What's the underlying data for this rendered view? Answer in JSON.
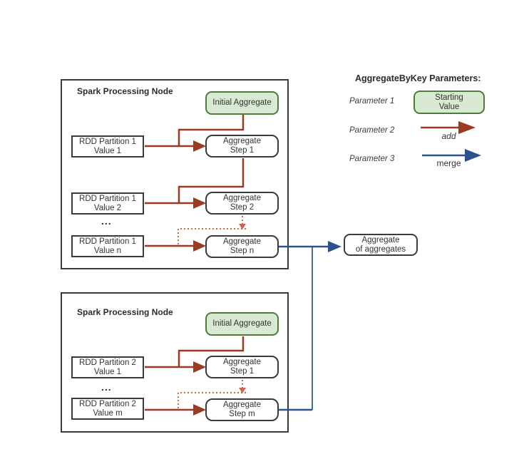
{
  "colors": {
    "add_red": "#9b3a22",
    "dotted_red": "#c8694f",
    "merge_blue": "#2a538c",
    "green_fill": "#d9ead3",
    "green_border": "#4e7b3c",
    "box_border": "#3a3a3a",
    "text": "#333333"
  },
  "diagram": {
    "nodes": [
      {
        "title": "Spark Processing Node",
        "initial_label": "Initial Aggregate",
        "ellipsis": "...",
        "rows": [
          {
            "input1": "RDD Partition 1",
            "input2": "Value 1",
            "step1": "Aggregate",
            "step2": "Step 1"
          },
          {
            "input1": "RDD Partition 1",
            "input2": "Value 2",
            "step1": "Aggregate",
            "step2": "Step 2"
          },
          {
            "input1": "RDD Partition 1",
            "input2": "Value n",
            "step1": "Aggregate",
            "step2": "Step n"
          }
        ]
      },
      {
        "title": "Spark Processing Node",
        "initial_label": "Initial Aggregate",
        "ellipsis": "...",
        "rows": [
          {
            "input1": "RDD Partition 2",
            "input2": "Value 1",
            "step1": "Aggregate",
            "step2": "Step 1"
          },
          {
            "input1": "RDD Partition 2",
            "input2": "Value m",
            "step1": "Aggregate",
            "step2": "Step m"
          }
        ]
      }
    ],
    "output_box": {
      "line1": "Aggregate",
      "line2": "of aggregates"
    }
  },
  "legend": {
    "title": "AggregateByKey Parameters:",
    "param1_label": "Parameter 1",
    "param1_value1": "Starting",
    "param1_value2": "Value",
    "param2_label": "Parameter 2",
    "param2_value": "add",
    "param3_label": "Parameter 3",
    "param3_value": "merge"
  }
}
